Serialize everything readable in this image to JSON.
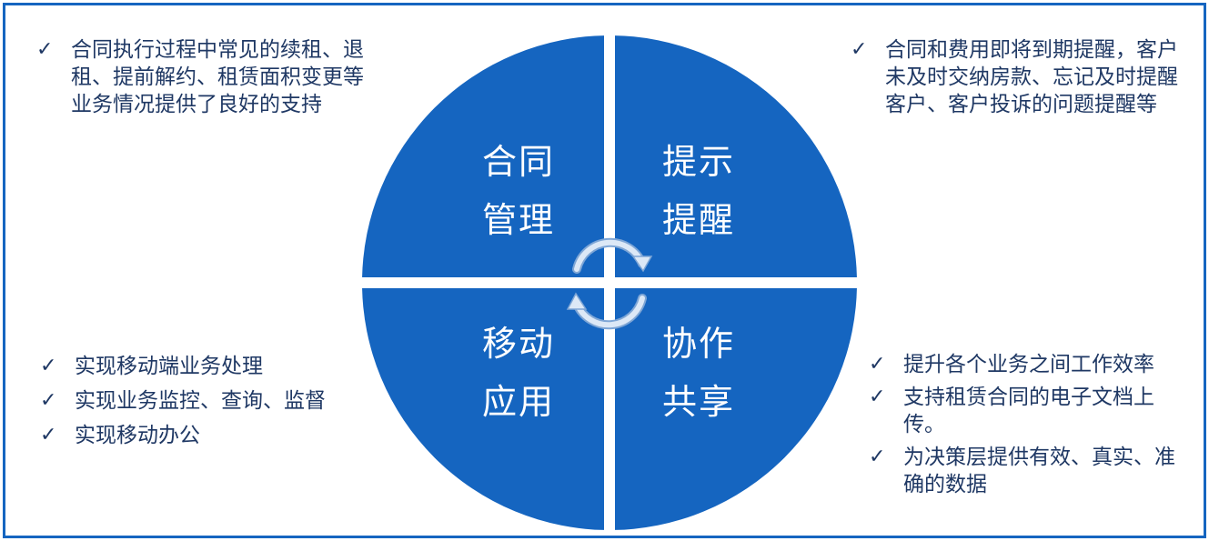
{
  "colors": {
    "frame": "#1565c0",
    "quadrant_fill": "#1565c0",
    "text": "#1f3864",
    "arrow": "#cfe0f3"
  },
  "quadrants": {
    "top_left": {
      "line1": "合同",
      "line2": "管理"
    },
    "top_right": {
      "line1": "提示",
      "line2": "提醒"
    },
    "bottom_left": {
      "line1": "移动",
      "line2": "应用"
    },
    "bottom_right": {
      "line1": "协作",
      "line2": "共享"
    }
  },
  "notes": {
    "top_left": [
      "合同执行过程中常见的续租、退租、提前解约、租赁面积变更等业务情况提供了良好的支持"
    ],
    "top_right": [
      "合同和费用即将到期提醒，客户未及时交纳房款、忘记及时提醒客户、客户投诉的问题提醒等"
    ],
    "bottom_left": [
      "实现移动端业务处理",
      "实现业务监控、查询、监督",
      "实现移动办公"
    ],
    "bottom_right": [
      "提升各个业务之间工作效率",
      "支持租赁合同的电子文档上传。",
      "为决策层提供有效、真实、准确的数据"
    ]
  },
  "icons": {
    "bullet": "check-mark-icon",
    "cycle": "cycle-arrows-icon"
  }
}
